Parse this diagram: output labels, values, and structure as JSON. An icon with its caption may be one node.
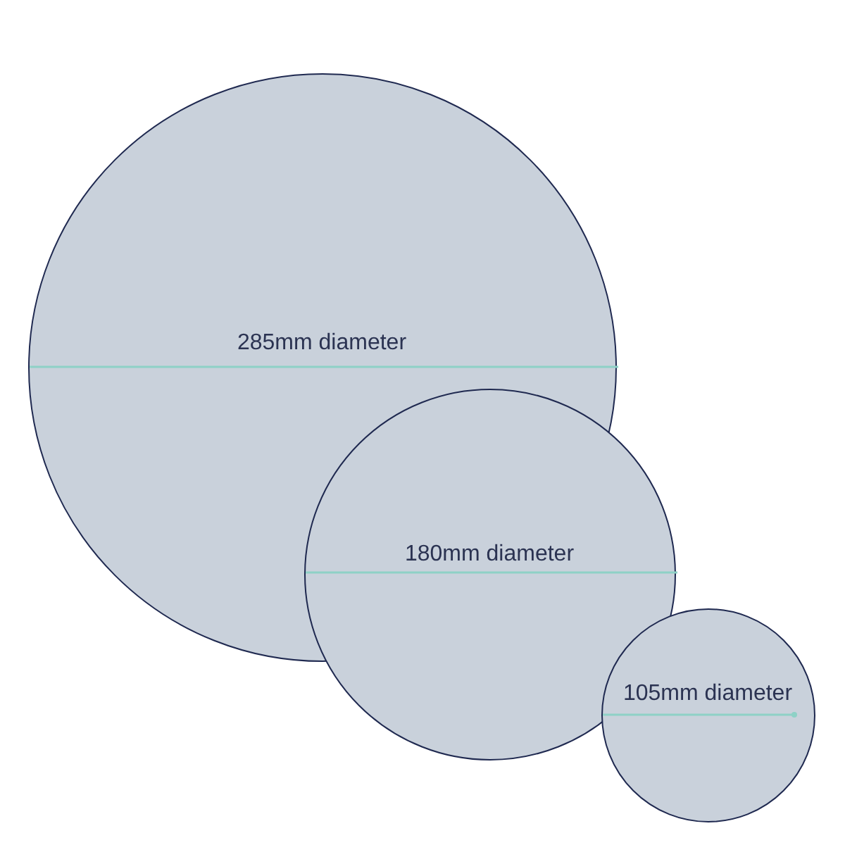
{
  "diagram": {
    "nodes": [
      {
        "text": [
          "285mm diameter"
        ]
      },
      {
        "text": [
          "180mm diameter"
        ]
      },
      {
        "text": [
          "105mm diameter"
        ]
      }
    ]
  }
}
